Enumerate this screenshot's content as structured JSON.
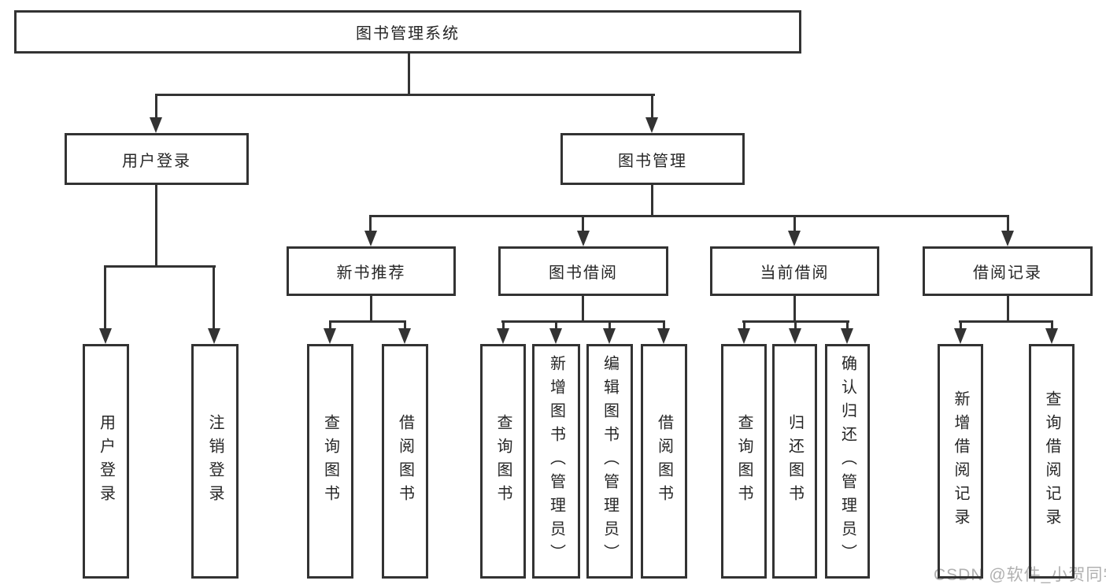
{
  "watermark": "CSDN @软件_小贺同学",
  "colors": {
    "line": "#333333",
    "text": "#262626",
    "watermark": "#b0b0b0",
    "background": "#ffffff"
  },
  "tree": {
    "label": "图书管理系统",
    "children": [
      {
        "label": "用户登录",
        "children": [
          {
            "label": "用户登录"
          },
          {
            "label": "注销登录"
          }
        ]
      },
      {
        "label": "图书管理",
        "children": [
          {
            "label": "新书推荐",
            "children": [
              {
                "label": "查询图书"
              },
              {
                "label": "借阅图书"
              }
            ]
          },
          {
            "label": "图书借阅",
            "children": [
              {
                "label": "查询图书"
              },
              {
                "label": "新增图书（管理员）"
              },
              {
                "label": "编辑图书（管理员）"
              },
              {
                "label": "借阅图书"
              }
            ]
          },
          {
            "label": "当前借阅",
            "children": [
              {
                "label": "查询图书"
              },
              {
                "label": "归还图书"
              },
              {
                "label": "确认归还（管理员）"
              }
            ]
          },
          {
            "label": "借阅记录",
            "children": [
              {
                "label": "新增借阅记录"
              },
              {
                "label": "查询借阅记录"
              }
            ]
          }
        ]
      }
    ]
  }
}
